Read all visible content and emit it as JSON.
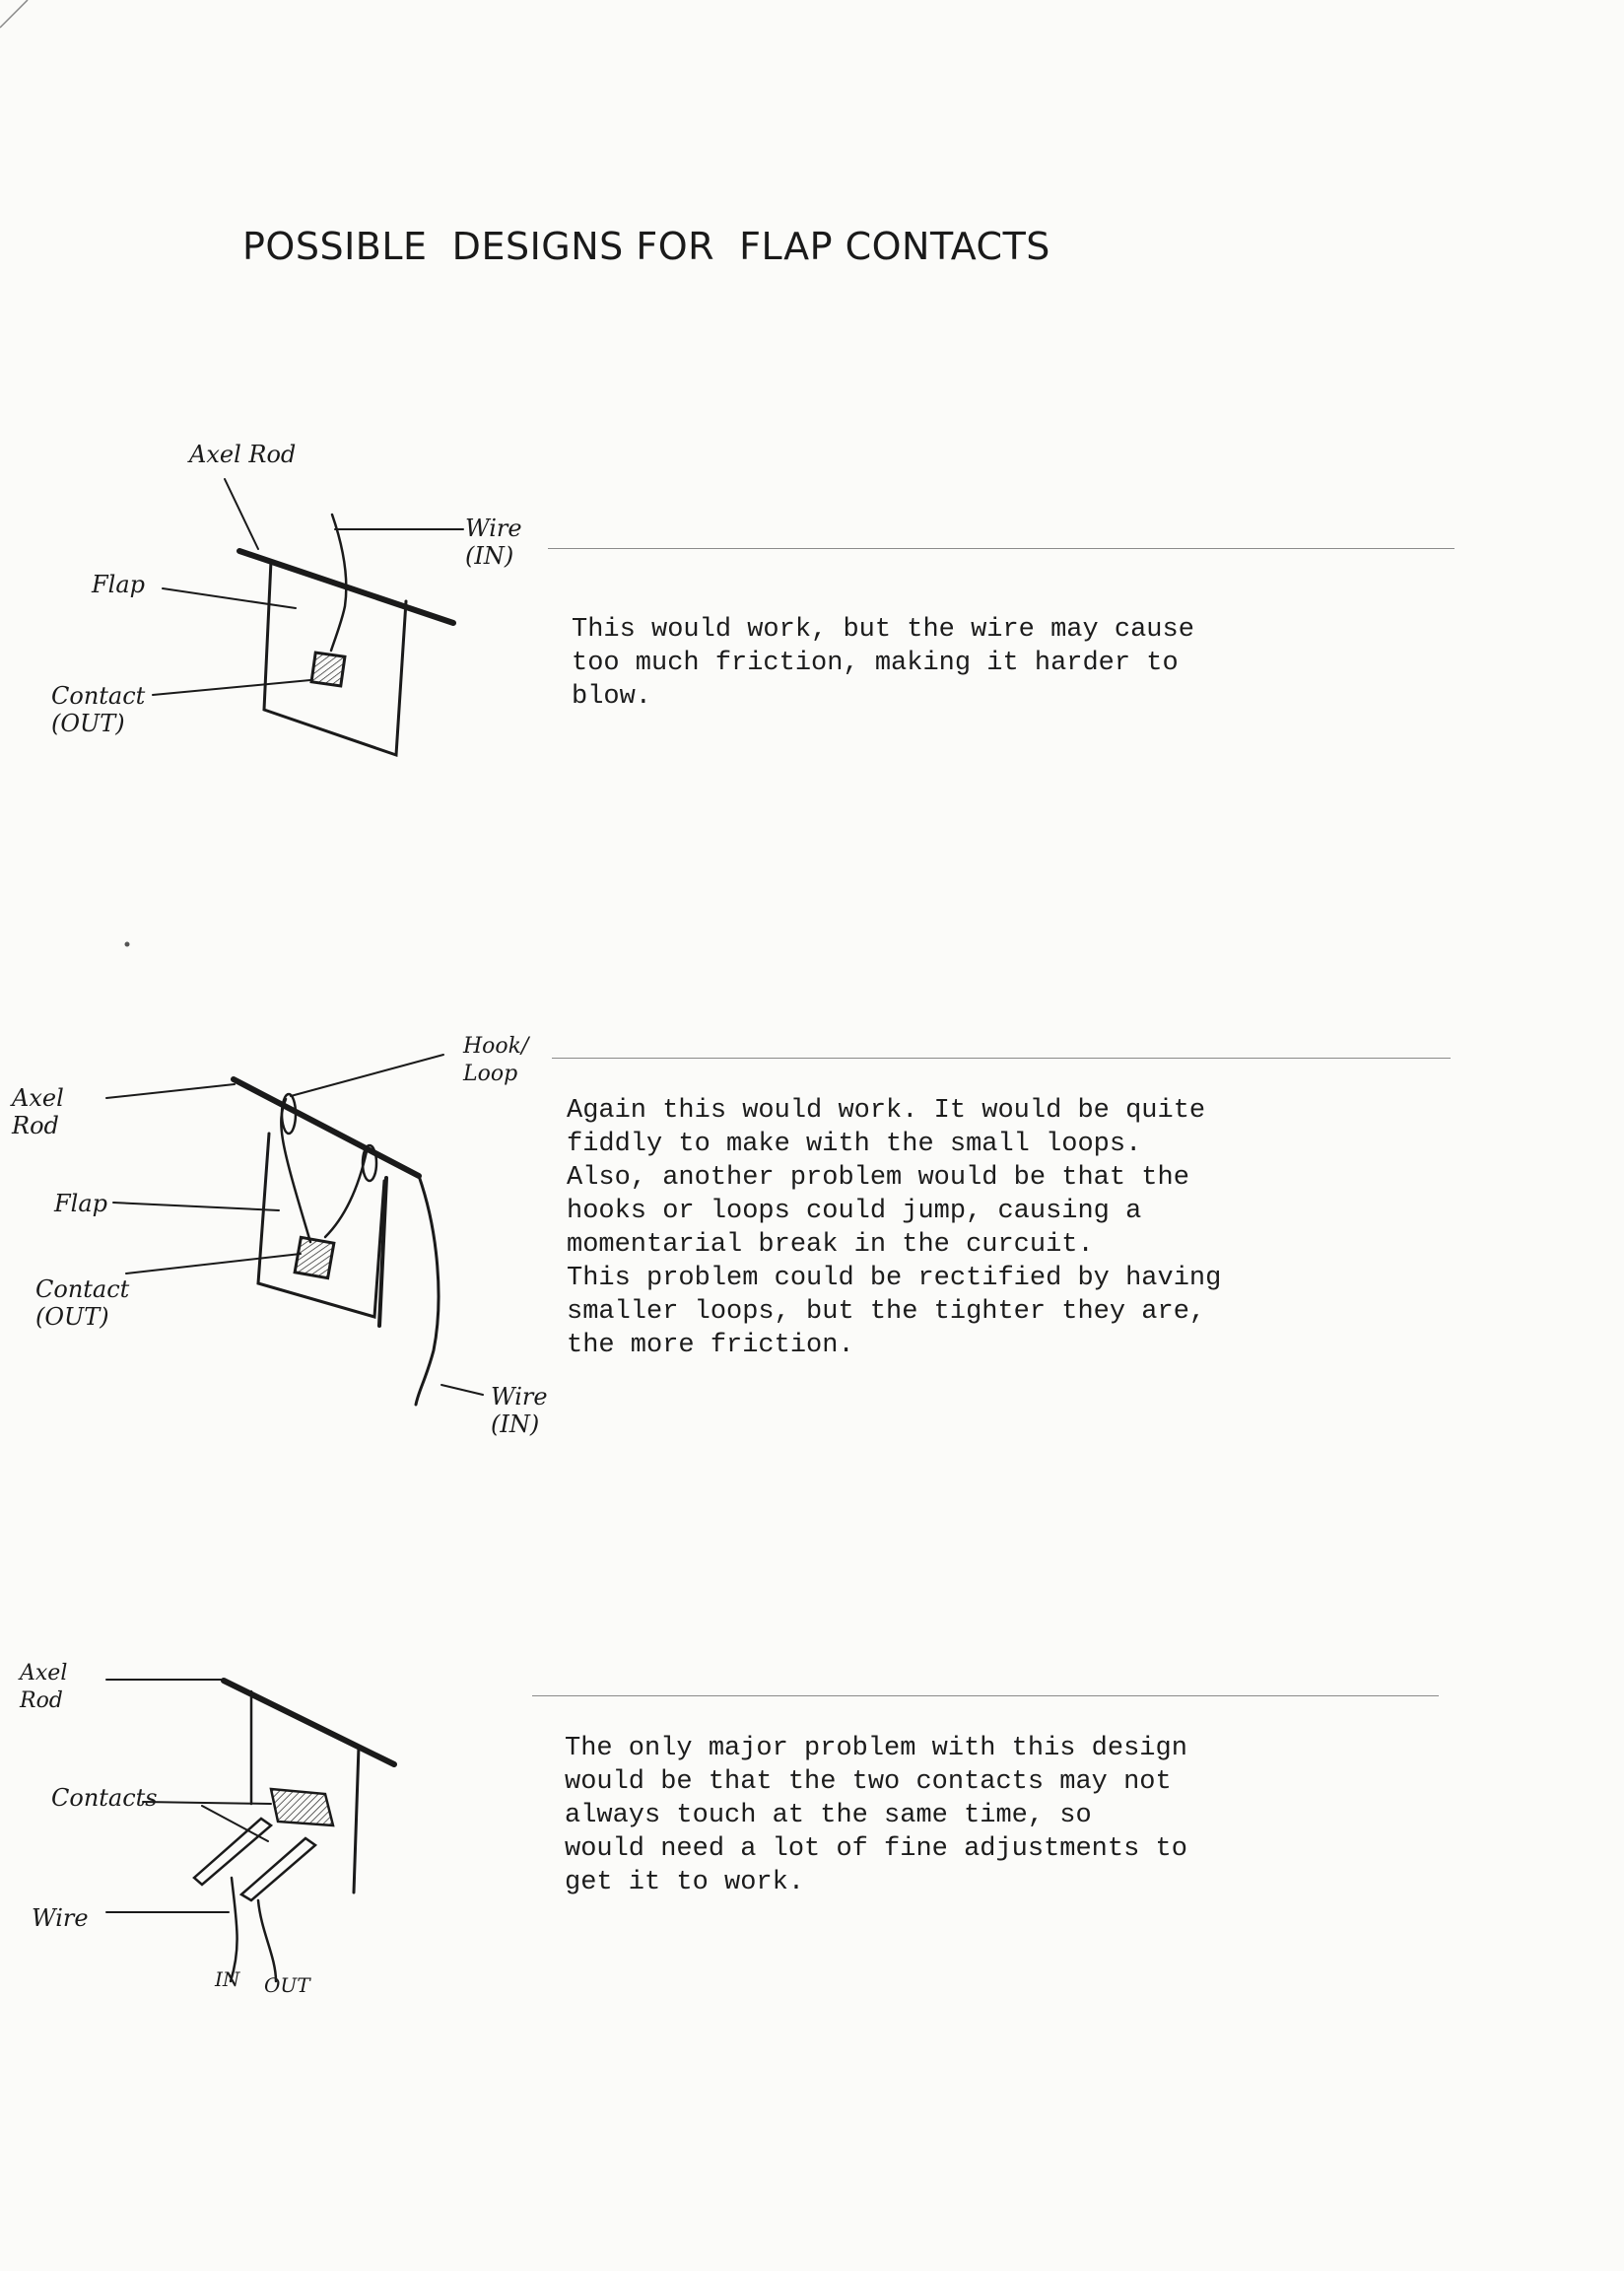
{
  "title": "POSSIBLE  DESIGNS FOR  FLAP CONTACTS",
  "designs": [
    {
      "labels": {
        "axel_rod": "Axel Rod",
        "wire": "Wire\n(IN)",
        "flap": "Flap",
        "contact": "Contact\n(OUT)"
      },
      "description": "This would work, but the wire may cause\ntoo much friction, making it harder to\nblow."
    },
    {
      "labels": {
        "hook_loop": "Hook/\nLoop",
        "axel_rod": "Axel\nRod",
        "flap": "Flap",
        "contact": "Contact\n(OUT)",
        "wire": "Wire\n(IN)"
      },
      "description": "Again this would work. It would be quite\nfiddly to make with the small loops.\nAlso, another problem would be that the\nhooks or loops could jump, causing a\nmomentarial break in the curcuit.\nThis problem could be rectified by having\nsmaller loops, but the tighter they are,\nthe more friction."
    },
    {
      "labels": {
        "axel_rod": "Axel\nRod",
        "contacts": "Contacts",
        "wire": "Wire",
        "in": "IN",
        "out": "OUT"
      },
      "description": "The only major problem with this design\nwould be that the two contacts may not\nalways touch at the same time, so\nwould need a lot of fine adjustments to\nget it to work."
    }
  ]
}
